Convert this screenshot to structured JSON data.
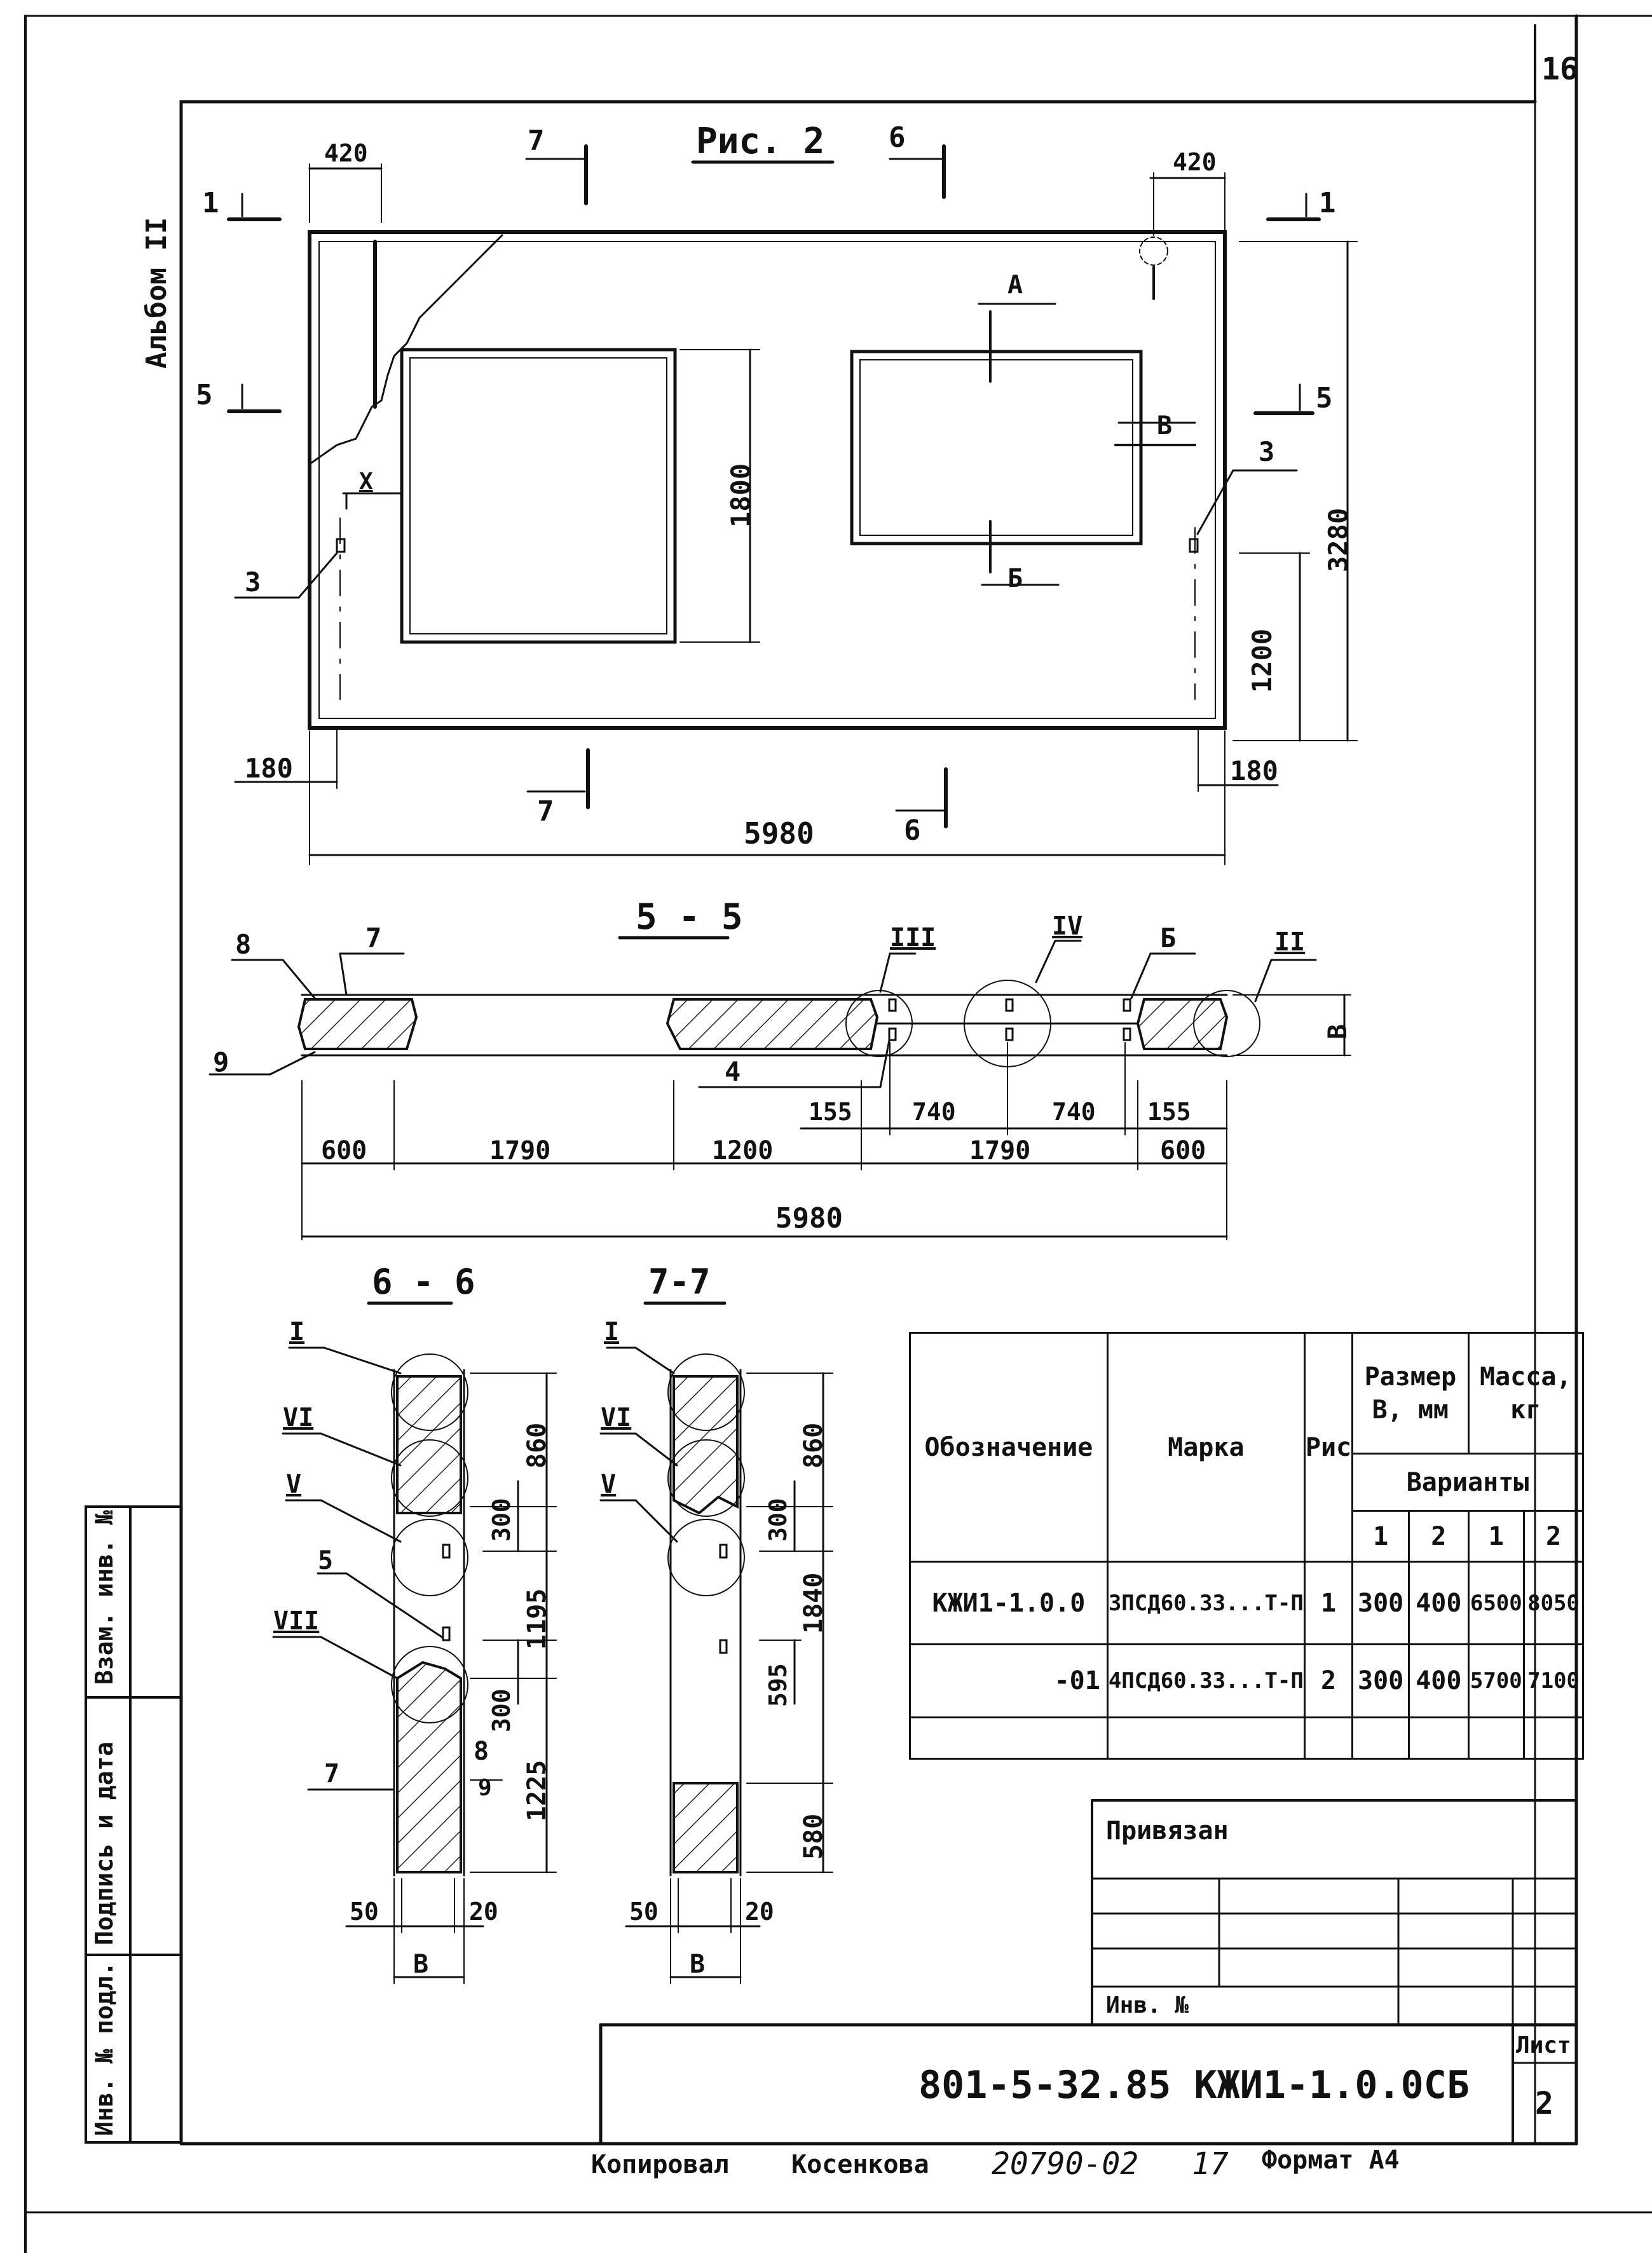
{
  "sheet_number_top": "16",
  "album_label": "Альбом II",
  "figure_title": "Рис. 2",
  "plan": {
    "dims": {
      "d420_left": "420",
      "d420_right": "420",
      "d1800": "1800",
      "d3280": "3280",
      "d1200": "1200",
      "d180_left": "180",
      "d180_right": "180",
      "d5980": "5980"
    },
    "section_marks": {
      "s1_left": "1",
      "s1_right": "1",
      "s5_left": "5",
      "s5_right": "5",
      "s7_top": "7",
      "s7_bottom": "7",
      "s6_top": "6",
      "s6_bottom": "6"
    },
    "labels": {
      "A": "А",
      "B": "В",
      "Bsmall": "Б",
      "X": "Х",
      "p3_left": "3",
      "p3_right": "3"
    }
  },
  "section55": {
    "title": "5 - 5",
    "callouts": {
      "c8": "8",
      "c7": "7",
      "c9": "9",
      "c4": "4",
      "cB": "Б",
      "rIII": "III",
      "rIV": "IV",
      "rII": "II",
      "dimB": "В"
    },
    "dims": {
      "d600a": "600",
      "d1790a": "1790",
      "d1200": "1200",
      "d155a": "155",
      "d740a": "740",
      "d740b": "740",
      "d1790b": "1790",
      "d155b": "155",
      "d600b": "600",
      "d5980": "5980"
    }
  },
  "section66": {
    "title": "6 - 6",
    "callouts": {
      "rI": "I",
      "rVI": "VI",
      "rV": "V",
      "c5": "5",
      "rVII": "VII",
      "c7": "7",
      "c8": "8",
      "c9": "9"
    },
    "dims": {
      "d860": "860",
      "d300a": "300",
      "d1195": "1195",
      "d300b": "300",
      "d1225": "1225",
      "d50": "50",
      "d20": "20",
      "dB": "В"
    }
  },
  "section77": {
    "title": "7-7",
    "callouts": {
      "rI": "I",
      "rVI": "VI",
      "rV": "V"
    },
    "dims": {
      "d860": "860",
      "d300": "300",
      "d1840": "1840",
      "d595": "595",
      "d580": "580",
      "d50": "50",
      "d20": "20",
      "dB": "В"
    }
  },
  "spec_table": {
    "headers": {
      "designation": "Обозначение",
      "brand": "Марка",
      "fig": "Рис",
      "size": "Размер В, мм",
      "mass": "Масса, кг",
      "variants": "Варианты",
      "v1": "1",
      "v2": "2",
      "m1": "1",
      "m2": "2"
    },
    "rows": [
      {
        "designation": "КЖИ1-1.0.0",
        "brand": "3ПСД60.33...Т-П",
        "fig": "1",
        "b1": "300",
        "b2": "400",
        "m1": "6500",
        "m2": "8050"
      },
      {
        "designation": "-01",
        "brand": "4ПСД60.33...Т-П",
        "fig": "2",
        "b1": "300",
        "b2": "400",
        "m1": "5700",
        "m2": "7100"
      }
    ]
  },
  "title_block": {
    "privyazan": "Привязан",
    "inv_no": "Инв. №",
    "doc_code": "801-5-32.85 КЖИ1-1.0.0СБ",
    "sheet_label": "Лист",
    "sheet_no": "2"
  },
  "side_stamp": {
    "inv_podl": "Инв. № подл.",
    "podpis": "Подпись и дата",
    "vzam": "Взам. инв. №"
  },
  "footer": {
    "copied": "Копировал",
    "name": "Косенкова",
    "code": "20790-02",
    "num": "17",
    "format": "Формат А4"
  }
}
